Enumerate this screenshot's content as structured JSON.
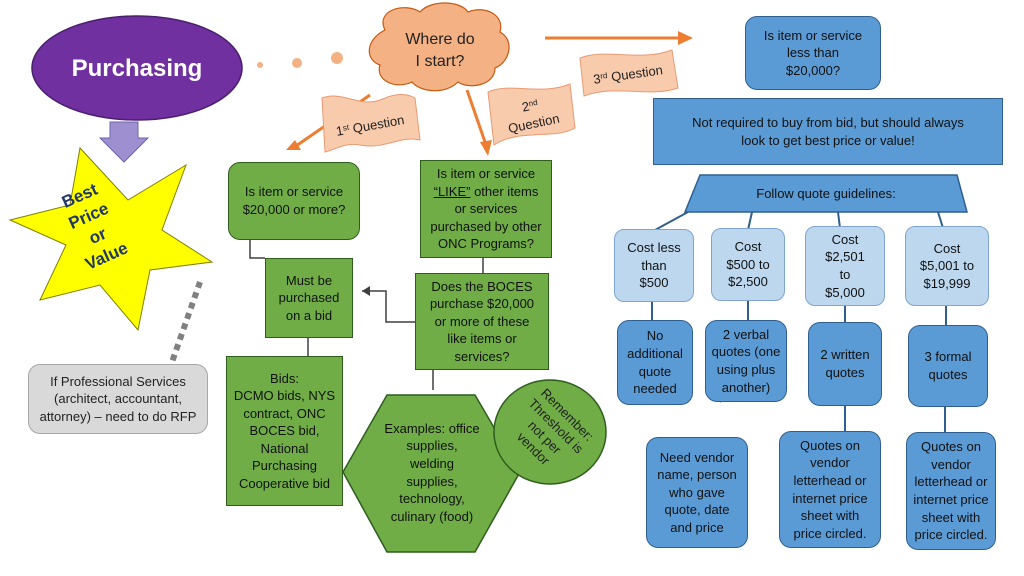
{
  "purchasing_title": "Purchasing",
  "star_text": [
    "Best",
    "Price",
    "or",
    "Value"
  ],
  "start_cloud": [
    "Where do",
    "I start?"
  ],
  "q1_label": {
    "num": "1",
    "sup": "st",
    "word": " Question"
  },
  "q2_label": {
    "num": "2",
    "sup": "nd",
    "word": "Question"
  },
  "q3_label": {
    "num": "3",
    "sup": "rd",
    "word": "  Question"
  },
  "q1_box": "Is item or service\n$20,000 or more?",
  "must_bid": "Must be\npurchased\non a bid",
  "bids_box": "Bids:\nDCMO bids, NYS\ncontract, ONC\nBOCES bid,\nNational\nPurchasing\nCooperative bid",
  "q2_box": {
    "line1": "Is item or service",
    "like": "“LIKE”",
    "rest": " other items\nor services\npurchased by other\nONC Programs?"
  },
  "boces_box": "Does the BOCES\npurchase $20,000\nor more of these\nlike items or\nservices?",
  "examples_hex": "Examples: office\nsupplies,\nwelding\nsupplies,\ntechnology,\nculinary (food)",
  "remember_oval": [
    "Remember:",
    "Threshold is",
    "not per",
    "vendor"
  ],
  "professional_box": "If Professional Services\n(architect, accountant,\nattorney) – need to do RFP",
  "q3_box": "Is item or service\nless than\n$20,000?",
  "not_required_box": "Not required to buy from bid, but should always\nlook to get best price or value!",
  "quote_guidelines": "Follow quote guidelines:",
  "tiers": [
    {
      "cost": "Cost less\nthan\n$500",
      "rule": "No\nadditional\nquote\nneeded",
      "note": "Need vendor\nname, person\nwho gave\nquote, date\nand price"
    },
    {
      "cost": "Cost\n$500  to\n$2,500",
      "rule": "2 verbal\nquotes (one\nusing plus\nanother)",
      "note": ""
    },
    {
      "cost": "Cost\n$2,501\nto\n$5,000",
      "rule": "2 written\nquotes",
      "note": "Quotes on\nvendor\nletterhead or\ninternet price\nsheet with\nprice circled."
    },
    {
      "cost": "Cost\n$5,001 to\n$19,999",
      "rule": "3 formal\nquotes",
      "note": "Quotes on\nvendor\nletterhead or\ninternet price\nsheet with\nprice circled."
    }
  ],
  "colors": {
    "purple": "#7030a0",
    "star": "#ffff00",
    "cloud": "#f4b183",
    "green": "#70ad47",
    "blue": "#5b9bd5",
    "light_blue": "#bdd7ee",
    "arrow_orange": "#ed7d31",
    "lavender": "#9e8fd1"
  }
}
